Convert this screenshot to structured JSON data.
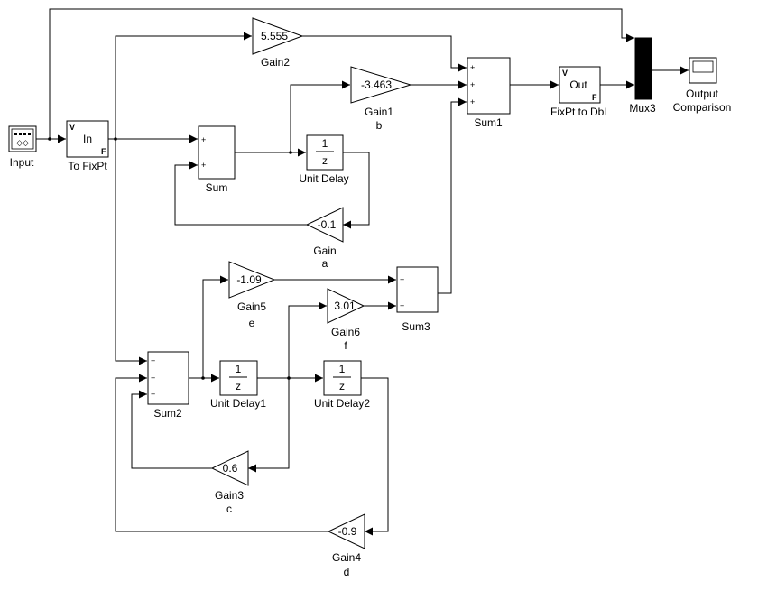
{
  "blocks": {
    "input": {
      "label": "Input"
    },
    "to_fixpt": {
      "label": "To FixPt",
      "text": "In",
      "mark_v": "V",
      "mark_f": "F"
    },
    "gain2": {
      "label": "Gain2",
      "value": "5.555"
    },
    "gain1": {
      "label": "Gain1",
      "sublabel": "b",
      "value": "-3.463"
    },
    "gain": {
      "label": "Gain",
      "sublabel": "a",
      "value": "-0.1"
    },
    "gain5": {
      "label": "Gain5",
      "sublabel": "e",
      "value": "-1.09"
    },
    "gain6": {
      "label": "Gain6",
      "sublabel": "f",
      "value": "3.01"
    },
    "gain3": {
      "label": "Gain3",
      "sublabel": "c",
      "value": "0.6"
    },
    "gain4": {
      "label": "Gain4",
      "sublabel": "d",
      "value": "-0.9"
    },
    "sum": {
      "label": "Sum",
      "signs": [
        "+",
        "+"
      ]
    },
    "sum1": {
      "label": "Sum1",
      "signs": [
        "+",
        "+",
        "+"
      ]
    },
    "sum2": {
      "label": "Sum2",
      "signs": [
        "+",
        "+",
        "+"
      ]
    },
    "sum3": {
      "label": "Sum3",
      "signs": [
        "+",
        "+"
      ]
    },
    "unit_delay": {
      "label": "Unit Delay",
      "num": "1",
      "den": "z"
    },
    "unit_delay1": {
      "label": "Unit Delay1",
      "num": "1",
      "den": "z"
    },
    "unit_delay2": {
      "label": "Unit Delay2",
      "num": "1",
      "den": "z"
    },
    "fixpt_to_dbl": {
      "label": "FixPt to Dbl",
      "text": "Out",
      "mark_v": "V",
      "mark_f": "F"
    },
    "mux3": {
      "label": "Mux3"
    },
    "output_comparison": {
      "label_line1": "Output",
      "label_line2": "Comparison"
    }
  }
}
